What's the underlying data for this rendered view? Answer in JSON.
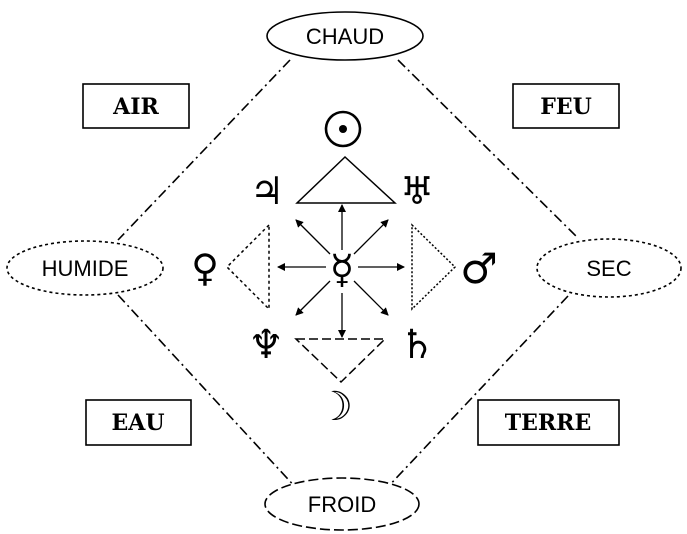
{
  "qualities": {
    "top": "CHAUD",
    "left": "HUMIDE",
    "right": "SEC",
    "bottom": "FROID"
  },
  "elements": {
    "air": "AIR",
    "fire": "FEU",
    "water": "EAU",
    "earth": "TERRE"
  },
  "planets": {
    "sun": "☉",
    "jupiter": "♃",
    "uranus": "♅",
    "venus": "♀",
    "mercury": "☿",
    "mars": "♂",
    "neptune": "♆",
    "saturn": "♄",
    "moon": "☽"
  },
  "icons": {
    "sun": "sun-icon",
    "jupiter": "jupiter-icon",
    "uranus": "uranus-icon",
    "venus": "venus-icon",
    "mercury": "mercury-icon",
    "mars": "mars-icon",
    "neptune": "neptune-icon",
    "saturn": "saturn-icon",
    "moon": "moon-icon"
  },
  "colors": {
    "ink": "#000000",
    "background": "#ffffff"
  }
}
